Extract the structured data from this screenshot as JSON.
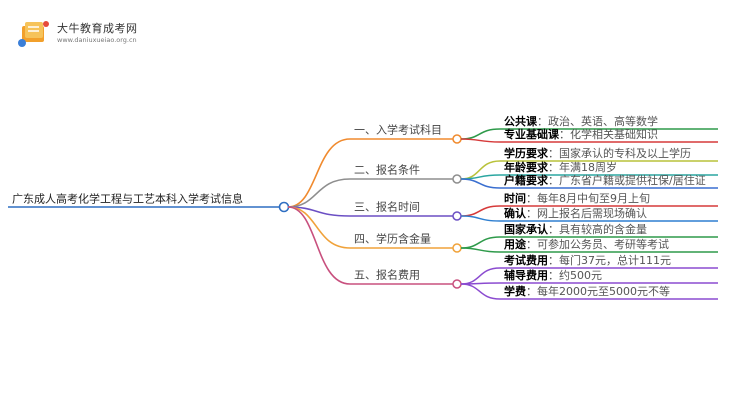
{
  "logo": {
    "name": "大牛教育成考网",
    "url": "www.daniuxueiao.org.cn"
  },
  "root": "广东成人高考化学工程与工艺本科入学考试信息",
  "branches": [
    {
      "label": "一、入学考试科目",
      "color": "#f08a2e",
      "children": [
        {
          "key": "公共课",
          "value": "政治、英语、高等数学",
          "color": "#2e9a4a"
        },
        {
          "key": "专业基础课",
          "value": "化学相关基础知识",
          "color": "#d63a3a"
        }
      ]
    },
    {
      "label": "二、报名条件",
      "color": "#8e8e8e",
      "children": [
        {
          "key": "学历要求",
          "value": "国家承认的专科及以上学历",
          "color": "#b9c23a"
        },
        {
          "key": "年龄要求",
          "value": "年满18周岁",
          "color": "#2aa6a0"
        },
        {
          "key": "户籍要求",
          "value": "广东省户籍或提供社保/居住证",
          "color": "#3a6fd0"
        }
      ]
    },
    {
      "label": "三、报名时间",
      "color": "#6b4fc4",
      "children": [
        {
          "key": "时间",
          "value": "每年8月中旬至9月上旬",
          "color": "#d63a3a"
        },
        {
          "key": "确认",
          "value": "网上报名后需现场确认",
          "color": "#2f7fd0"
        }
      ]
    },
    {
      "label": "四、学历含金量",
      "color": "#f0a23a",
      "children": [
        {
          "key": "国家承认",
          "value": "具有较高的含金量",
          "color": "#2e9a4a"
        },
        {
          "key": "用途",
          "value": "可参加公务员、考研等考试",
          "color": "#2e9a4a"
        }
      ]
    },
    {
      "label": "五、报名费用",
      "color": "#c8507e",
      "children": [
        {
          "key": "考试费用",
          "value": "每门37元，总计111元",
          "color": "#8b4bd0"
        },
        {
          "key": "辅导费用",
          "value": "约500元",
          "color": "#8b4bd0"
        },
        {
          "key": "学费",
          "value": "每年2000元至5000元不等",
          "color": "#8b4bd0"
        }
      ]
    }
  ],
  "colors": {
    "root_line": "#2f6fc2"
  }
}
